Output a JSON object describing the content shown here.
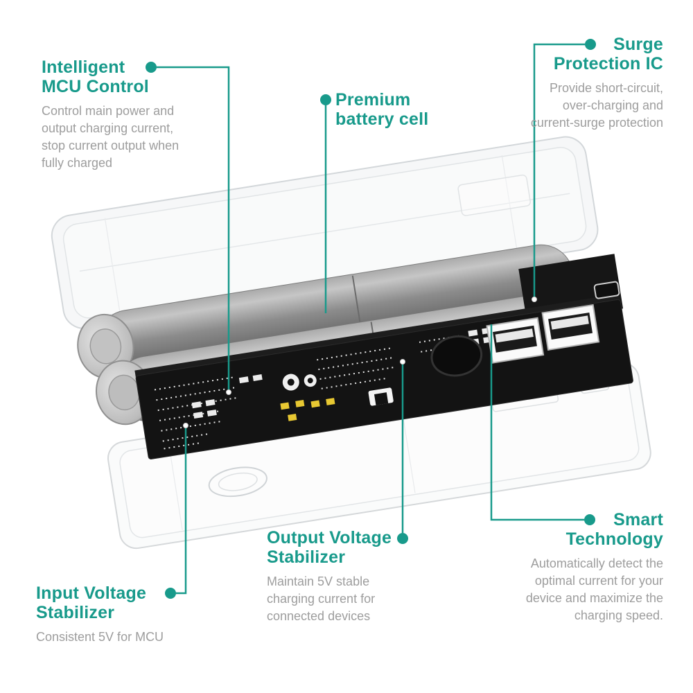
{
  "colors": {
    "accent": "#189a8b",
    "body_text": "#9d9d9d",
    "battery_gray": "#8c8c8c",
    "pcb_black": "#131313"
  },
  "callouts": {
    "intelligent_mcu": {
      "title_lines": [
        "Intelligent",
        "MCU Control"
      ],
      "body_lines": [
        "Control main power and",
        "output charging current,",
        "stop current output when",
        "fully charged"
      ]
    },
    "premium_battery": {
      "title_lines": [
        "Premium",
        "battery cell"
      ],
      "body_lines": []
    },
    "surge_protection": {
      "title_lines": [
        "Surge",
        "Protection IC"
      ],
      "body_lines": [
        "Provide short-circuit,",
        "over-charging and",
        "current-surge protection"
      ]
    },
    "output_stabilizer": {
      "title_lines": [
        "Output Voltage",
        "Stabilizer"
      ],
      "body_lines": [
        "Maintain 5V stable",
        "charging current for",
        "connected devices"
      ]
    },
    "smart_technology": {
      "title_lines": [
        "Smart",
        "Technology"
      ],
      "body_lines": [
        "Automatically detect the",
        "optimal current for your",
        "device and maximize the",
        "charging speed."
      ]
    },
    "input_stabilizer": {
      "title_lines": [
        "Input Voltage",
        "Stabilizer"
      ],
      "body_lines": [
        "Consistent 5V for MCU"
      ]
    }
  }
}
